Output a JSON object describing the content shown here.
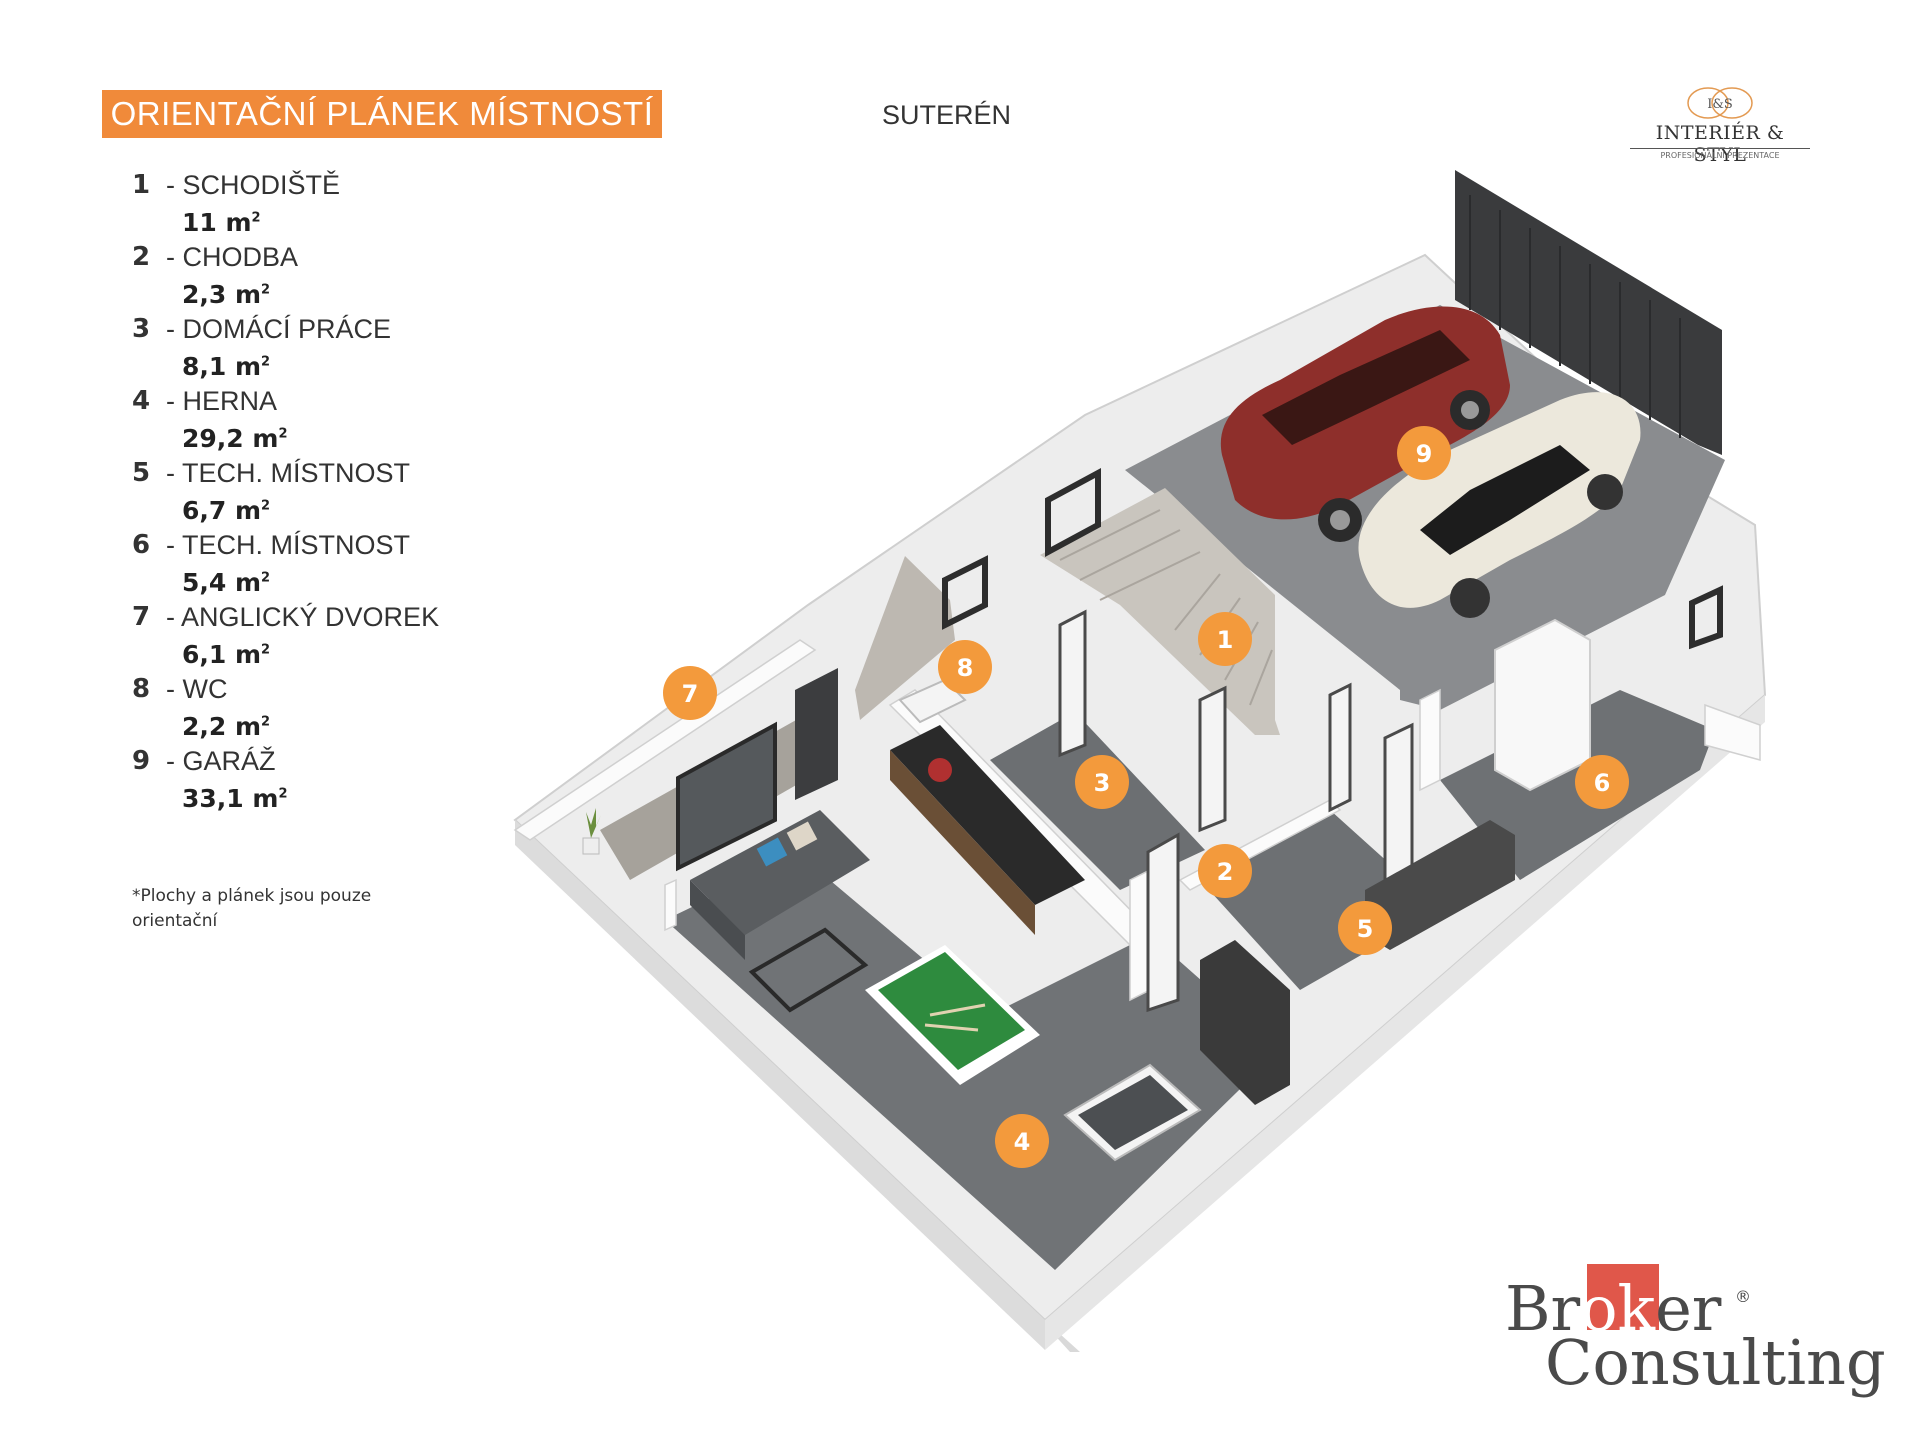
{
  "header": {
    "title": "ORIENTAČNÍ PLÁNEK MÍSTNOSTÍ",
    "floor": "SUTERÉN"
  },
  "legend": [
    {
      "num": "1",
      "name": "- SCHODIŠTĚ",
      "area": "11 m",
      "unit_sup": "2"
    },
    {
      "num": "2",
      "name": "- CHODBA",
      "area": "2,3 m",
      "unit_sup": "2"
    },
    {
      "num": "3",
      "name": "- DOMÁCÍ PRÁCE",
      "area": "8,1 m",
      "unit_sup": "2"
    },
    {
      "num": "4",
      "name": "- HERNA",
      "area": "29,2 m",
      "unit_sup": "2"
    },
    {
      "num": "5",
      "name": "- TECH. MÍSTNOST",
      "area": "6,7 m",
      "unit_sup": "2"
    },
    {
      "num": "6",
      "name": "- TECH. MÍSTNOST",
      "area": "5,4 m",
      "unit_sup": "2"
    },
    {
      "num": "7",
      "name": "- ANGLICKÝ DVOREK",
      "area": "6,1 m",
      "unit_sup": "2"
    },
    {
      "num": "8",
      "name": "- WC",
      "area": "2,2 m",
      "unit_sup": "2"
    },
    {
      "num": "9",
      "name": "- GARÁŽ",
      "area": "33,1 m",
      "unit_sup": "2"
    }
  ],
  "note": "*Plochy  a plánek jsou pouze orientační",
  "markers": [
    "1",
    "2",
    "3",
    "4",
    "5",
    "6",
    "7",
    "8",
    "9"
  ],
  "logo_top": {
    "monogram": "I&S",
    "brand": "INTERIÉR & STYL",
    "tagline": "PROFESIONÁLNÍ PREZENTACE"
  },
  "logo_bottom": {
    "line1_a": "Br",
    "line1_b": "ok",
    "line1_c": "er",
    "line2": "Consulting",
    "reg": "®"
  },
  "colors": {
    "accent": "#f08a3a",
    "marker": "#f39a3c",
    "floor": "#6f7275",
    "wall": "#f1f1f1",
    "garage_floor": "#8a8c8f",
    "broker_red": "#e0574a"
  }
}
